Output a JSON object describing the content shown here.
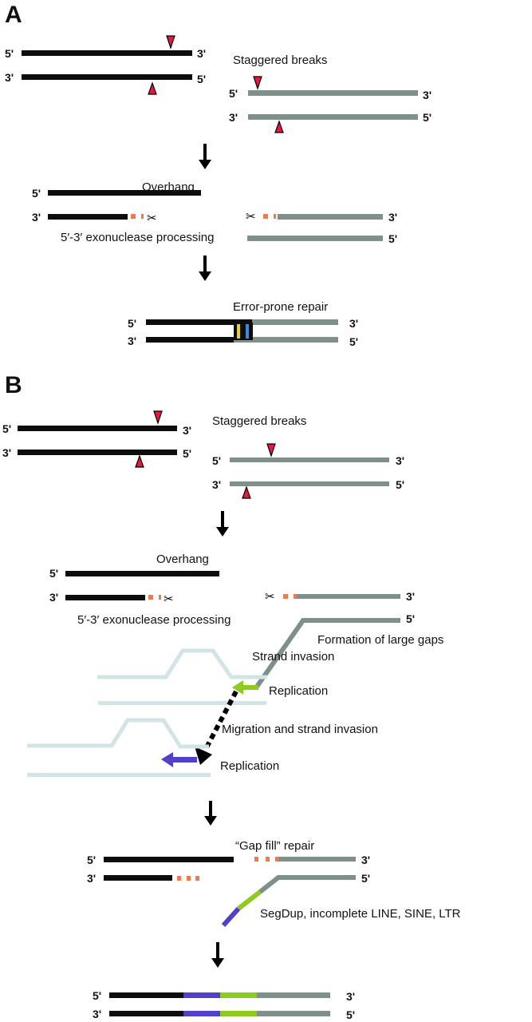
{
  "colors": {
    "host": "#0d0d0d",
    "donor": "#7f8f89",
    "template": "#d3e4e6",
    "break": "#e8173e",
    "resected": "#f07a4c",
    "green": "#8dcb1f",
    "purple": "#5340c8",
    "yellow": "#e4cf3a",
    "blue": "#3f86e6"
  },
  "panelA": {
    "label": "A",
    "staggered_breaks": "Staggered breaks",
    "overhang": "Overhang",
    "exonuclease": "5′-3′ exonuclease processing",
    "error_prone": "Error-prone repair",
    "end5": "5'",
    "end3": "3'"
  },
  "panelB": {
    "label": "B",
    "staggered_breaks": "Staggered breaks",
    "overhang": "Overhang",
    "exonuclease": "5′-3′ exonuclease processing",
    "large_gaps": "Formation of large gaps",
    "strand_invasion": "Strand invasion",
    "replication1": "Replication",
    "migration": "Migration and strand invasion",
    "replication2": "Replication",
    "gap_fill": "“Gap fill” repair",
    "segdup": "SegDup, incomplete LINE, SINE, LTR",
    "end5": "5'",
    "end3": "3'"
  }
}
